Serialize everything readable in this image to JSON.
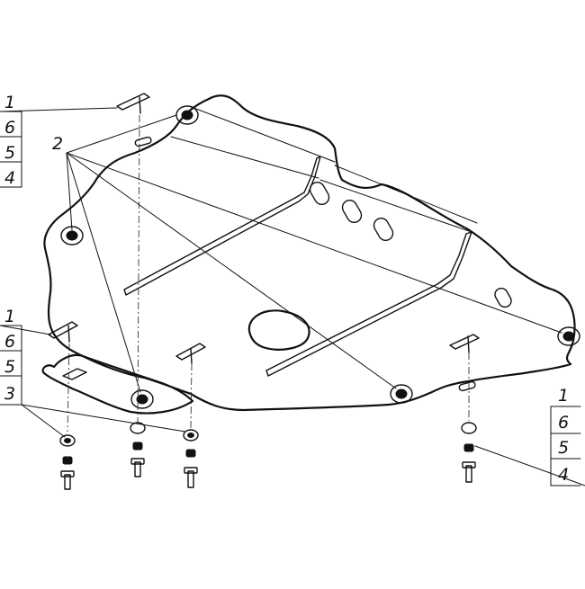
{
  "callouts": {
    "top_left": [
      "1",
      "6",
      "5",
      "4"
    ],
    "mid_left": [
      "1",
      "6",
      "5",
      "3"
    ],
    "bottom_right": [
      "1",
      "6",
      "5",
      "4"
    ],
    "plate": "2"
  },
  "colors": {
    "line": "#111111",
    "background": "#ffffff"
  }
}
